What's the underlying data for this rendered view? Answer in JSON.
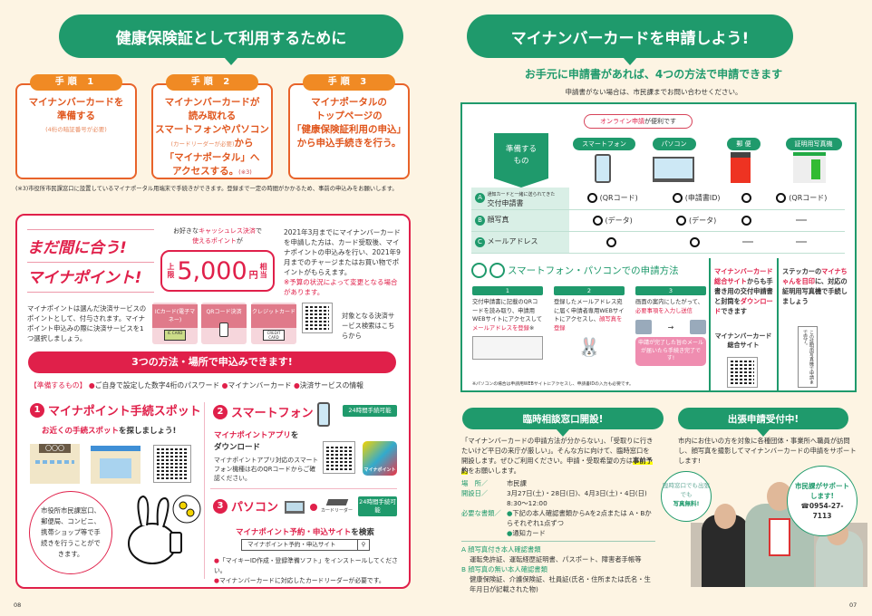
{
  "left_page": {
    "title": "健康保険証として利用するために",
    "steps": [
      {
        "label": "手順 1",
        "lines": [
          "マイナンバーカードを",
          "準備する"
        ],
        "note": "(4桁の暗証番号が必要)"
      },
      {
        "label": "手順 2",
        "lines": [
          "マイナンバーカードが",
          "読み取れる",
          "スマートフォンやパソコン"
        ],
        "note": "(カードリーダーが必要)",
        "after_note": "から",
        "lines2": [
          "「マイナポータル」へ",
          "アクセスする。"
        ],
        "ref": "(※3)"
      },
      {
        "label": "手順 3",
        "lines": [
          "マイナポータルの",
          "トップページの",
          "「健康保険証利用の申込」",
          "から申込手続きを行う。"
        ]
      }
    ],
    "footnote": "(※3)市役所市民課窓口に設置しているマイナポータル用端末で手続きができます。登録まで一定の時間がかかるため、事前の申込みをお願いします。",
    "mynapoint": {
      "headline1": "まだ間に合う!",
      "headline2": "マイナポイント!",
      "bubble_top1a": "お好きな",
      "bubble_top1b": "キャッシュレス決済",
      "bubble_top1c": "で",
      "bubble_top2a": "使えるポイント",
      "bubble_top2b": "が",
      "limit": "上限",
      "amount": "5,000",
      "yen": "円",
      "equiv": "相当",
      "desc": "2021年3月までにマイナンバーカードを申請した方は、カード受取後、マイナポイントの申込みを行い、2021年9月までのチャージまたはお買い物でポイントがもらえます。",
      "desc_note": "※予算の状況によって変更となる場合があります。",
      "intro": "マイナポイントは選んだ決済サービスのポイントとして、付与されます。マイナポイント申込みの際に決済サービスを1つ選択しましょう。",
      "payments": [
        {
          "label": "ICカード(電子マネー)",
          "icon_text": "IC CARD"
        },
        {
          "label": "QRコード決済",
          "icon_text": ""
        },
        {
          "label": "クレジットカード",
          "icon_text": "CREDIT CARD"
        }
      ],
      "qr_caption": "対象となる決済サービス検索はこちらから",
      "banner": "3つの方法・場所で申込みできます!",
      "prep_label": "【準備するもの】",
      "prep_items": [
        "ご自身で設定した数字4桁のパスワード",
        "マイナンバーカード",
        "決済サービスの情報"
      ],
      "method1": {
        "num": "1",
        "title": "マイナポイント手続スポット",
        "sub_a": "お近くの手続スポット",
        "sub_b": "を探しましょう!",
        "bubble": "市役所市民課窓口、郵便局、コンビニ、携帯ショップ等で手続きを行うことができます。",
        "sign": "〇〇〇"
      },
      "method2": {
        "num": "2",
        "title": "スマートフォン",
        "badge": "24時間手続可能",
        "sub_a": "マイナポイントアプリ",
        "sub_b": "を",
        "sub_c": "ダウンロード",
        "desc": "マイナポイントアプリ対応のスマートフォン機種は右のQRコードからご確認ください。",
        "app_label": "マイナポイント"
      },
      "method3": {
        "num": "3",
        "title": "パソコン",
        "reader": "カードリーダー",
        "badge": "24時間手続可能",
        "search_a": "マイナポイント予約・申込サイト",
        "search_b": "を検索",
        "search_value": "マイナポイント予約・申込サイト",
        "notes": [
          "「マイキーID作成・登録準備ソフト」をインストールしてください。",
          "マイナンバーカードに対応したカードリーダーが必要です。"
        ]
      }
    },
    "page_number": "08"
  },
  "right_page": {
    "title": "マイナンバーカードを申請しよう!",
    "subtitle": "お手元に申請書があれば、4つの方法で申請できます",
    "subnote": "申請書がない場合は、市民課までお問い合わせください。",
    "online_a": "オンライン申請",
    "online_b": "が便利です",
    "prep_header": "準備するもの",
    "columns": [
      "スマートフォン",
      "パソコン",
      "郵 便",
      "証明用写真機"
    ],
    "rows": [
      {
        "key": "A",
        "small": "通知カードと一緒に送られてきた",
        "label": "交付申請書",
        "cells": [
          "(QRコード)",
          "(申請書ID)",
          "",
          ""
        ],
        "marks": [
          "o",
          "o",
          "o",
          "o"
        ],
        "cell4": "(QRコード)"
      },
      {
        "key": "B",
        "label": "顔写真",
        "cells": [
          "(データ)",
          "(データ)",
          "",
          ""
        ],
        "marks": [
          "o",
          "o",
          "o",
          "-"
        ]
      },
      {
        "key": "C",
        "label": "メールアドレス",
        "cells": [
          "",
          "",
          "",
          ""
        ],
        "marks": [
          "o",
          "o",
          "-",
          "-"
        ]
      }
    ],
    "online_method": {
      "title": "スマートフォン・パソコンでの申請方法",
      "steps": [
        {
          "num": "1",
          "text": "交付申請書に記載のQRコードを読み取り、申請用WEBサイトにアクセスして",
          "hl": "メールアドレスを登録",
          "suffix": "※"
        },
        {
          "num": "2",
          "text": "登録したメールアドレス宛に届く申請者専用WEBサイトにアクセスし、",
          "hl": "顔写真を登録",
          "suffix": ""
        },
        {
          "num": "3",
          "text": "画面の案内にしたがって、",
          "hl": "必要事項を入力し送信",
          "suffix": "",
          "bubble": "申請が完了した旨のメールが届いたら手続き完了です!"
        }
      ],
      "footnote": "※パソコンの場合は申請用WEBサイトにアクセスし、申請書IDの入力も必要です。"
    },
    "mail": {
      "hl1": "マイナンバーカード総合サイト",
      "t1": "からも手書き用の交付申請書と封筒を",
      "hl2": "ダウンロード",
      "t2": "できます",
      "site": "マイナンバーカード総合サイト"
    },
    "photo_booth": {
      "t1": "ステッカーの",
      "hl": "マイナちゃんを目印",
      "t2": "に、対応の証明用写真機で手続しましょう",
      "sticker": "この証明用写真機で申請まで完了。"
    },
    "consult": {
      "title": "臨時相談窓口開設!",
      "intro_a": "「マイナンバーカードの申請方法が分からない」、「受取りに行きたいけど平日の来庁が厳しい」。そんな方に向けて、臨時窓口を開設します。ぜひご利用ください。申請・受取希望の方は",
      "intro_hl": "事前予約",
      "intro_b": "をお願いします。",
      "place_label": "場　所／",
      "place": "市民課",
      "date_label": "開設日／",
      "date": "3月27日(土)・28日(日)、4月3日(土)・4日(日)",
      "time": "8:30〜12:00",
      "docs_label": "必要な書類／",
      "docs": [
        "下記の本人確認書類からAを2点または A・Bからそれぞれ1点ずつ",
        "通知カード"
      ],
      "a_title": "A 顔写真付き本人確認書類",
      "a_text": "運転免許証、運転経歴証明書、パスポート、障害者手帳等",
      "b_title": "B 顔写真の無い本人確認書類",
      "b_text": "健康保険証、介護保険証、社員証(氏名・住所または氏名・生年月日が記載された物)"
    },
    "outreach": {
      "title": "出張申請受付中!",
      "text": "市内にお住いの方を対象に各種団体・事業所へ職員が訪問し、顔写真を撮影してマイナンバーカードの申請をサポートします!",
      "bubble1_a": "臨時窓口でも出張でも",
      "bubble1_b": "写真無料!",
      "bubble2_a": "市民課がサポートします!",
      "phone": "☎0954-27-7113"
    },
    "page_number": "07"
  },
  "colors": {
    "green": "#1f9a6c",
    "red": "#e0204a",
    "orange": "#e8632a",
    "cream": "#fdf4e3"
  }
}
